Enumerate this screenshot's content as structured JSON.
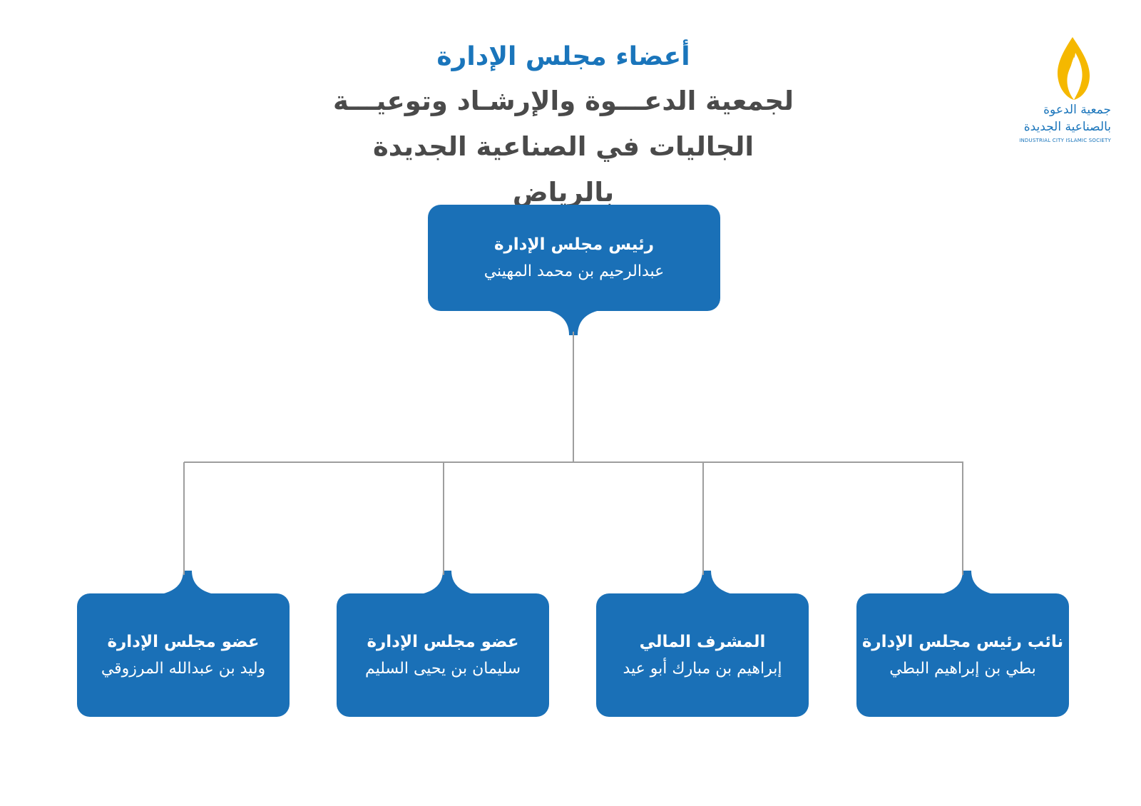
{
  "header": {
    "title": "أعضاء مجلس الإدارة",
    "subtitle_line1": "لجمعية الدعـــوة والإرشـاد وتوعيـــة",
    "subtitle_line2": "الجاليات في الصناعية الجديدة بالرياض"
  },
  "logo": {
    "line1": "جمعية الدعوة",
    "line2": "بالصناعية الجديدة",
    "english": "INDUSTRIAL CITY ISLAMIC SOCIETY",
    "flame_color": "#f5b800",
    "text_color": "#1a75bb"
  },
  "chairman": {
    "role": "رئيس مجلس الإدارة",
    "name": "عبدالرحيم بن محمد المهيني"
  },
  "members": [
    {
      "role": "نائب رئيس مجلس الإدارة",
      "name": "بطي بن إبراهيم البطي"
    },
    {
      "role": "المشرف المالي",
      "name": "إبراهيم بن مبارك أبو عيد"
    },
    {
      "role": "عضو مجلس الإدارة",
      "name": "سليمان بن يحيى السليم"
    },
    {
      "role": "عضو مجلس الإدارة",
      "name": "وليد بن عبدالله المرزوقي"
    }
  ],
  "colors": {
    "box": "#1a70b7",
    "title": "#1a75bb",
    "subtitle": "#4a4a4a",
    "connector": "#9e9e9e"
  }
}
